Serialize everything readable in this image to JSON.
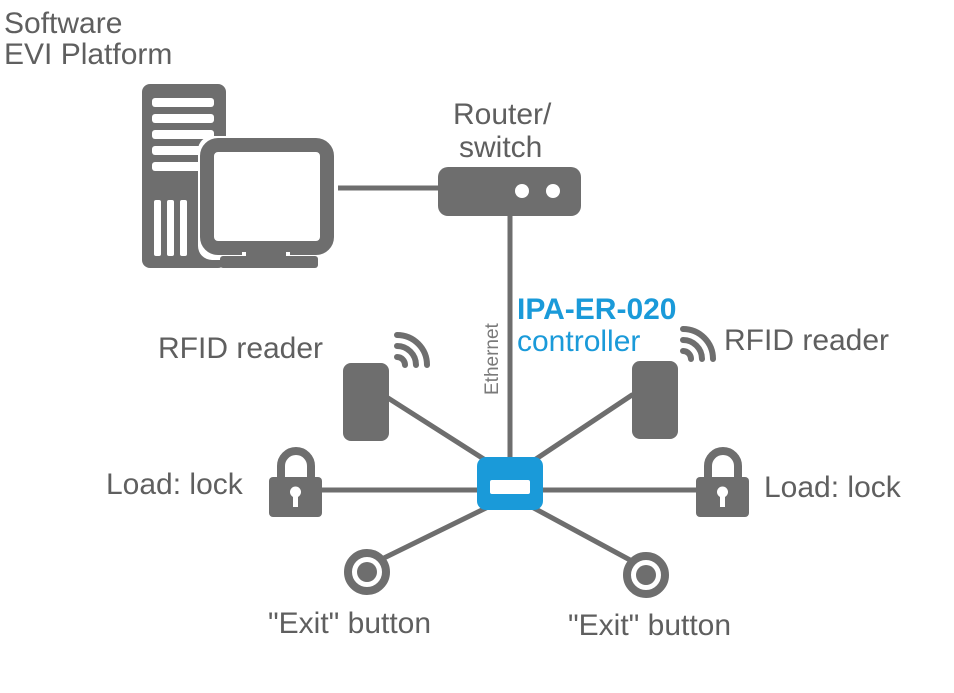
{
  "software_label": [
    "Software",
    "EVI Platform"
  ],
  "router_label": [
    "Router/",
    "switch"
  ],
  "ethernet_label": "Ethernet",
  "controller": {
    "model": "IPA-ER-020",
    "type": "controller",
    "color": "#1a9ad9"
  },
  "rfid_reader_left": "RFID reader",
  "rfid_reader_right": "RFID reader",
  "load_lock_left": "Load: lock",
  "load_lock_right": "Load: lock",
  "exit_button_left": "\"Exit\" button",
  "exit_button_right": "\"Exit\" button",
  "colors": {
    "device": "#6e6e6e",
    "text": "#5f5f5f",
    "accent": "#1a9ad9"
  }
}
